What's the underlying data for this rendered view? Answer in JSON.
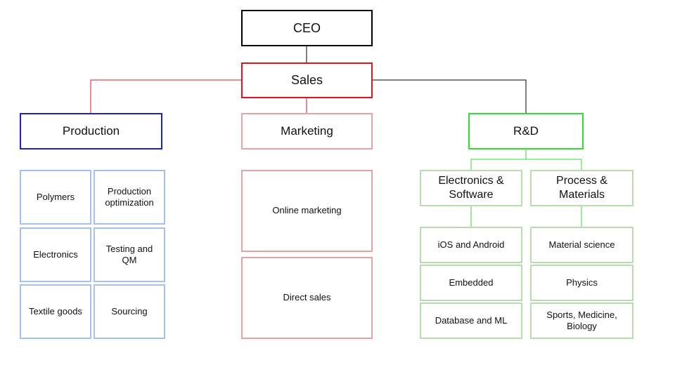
{
  "org_chart": {
    "ceo": "CEO",
    "sales": "Sales",
    "production": {
      "title": "Production",
      "items": [
        "Polymers",
        "Production optimization",
        "Electronics",
        "Testing and QM",
        "Textile goods",
        "Sourcing"
      ]
    },
    "marketing": {
      "title": "Marketing",
      "items": [
        "Online marketing",
        "Direct sales"
      ]
    },
    "rnd": {
      "title": "R&D",
      "groups": [
        {
          "title": "Electronics & Software",
          "items": [
            "iOS and Android",
            "Embedded",
            "Database and ML"
          ]
        },
        {
          "title": "Process & Materials",
          "items": [
            "Material science",
            "Physics",
            "Sports, Medicine, Biology"
          ]
        }
      ]
    }
  },
  "colors": {
    "black": "#000000",
    "sales_red": "#e0141c",
    "production_blue": "#1f22c8",
    "production_light_blue": "#a6c1ee",
    "marketing_pink": "#e7a3a3",
    "rnd_green": "#2fe02f",
    "rnd_light_green": "#b7dcae"
  }
}
